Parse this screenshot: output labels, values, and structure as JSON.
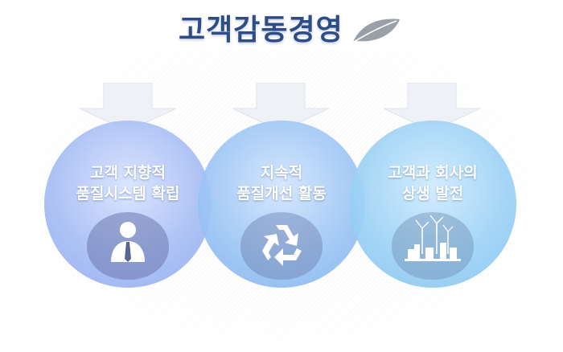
{
  "header": {
    "title": "고객감동경영",
    "leaf_icon": "leaf-icon",
    "title_color": "#2e4d86"
  },
  "pillars": [
    {
      "line1": "고객 지향적",
      "line2": "품질시스템 확립",
      "icon": "person-icon",
      "color": "#a9bff5"
    },
    {
      "line1": "지속적",
      "line2": "품질개선 활동",
      "icon": "recycle-icon",
      "color": "#9fc7f5"
    },
    {
      "line1": "고객과 회사의",
      "line2": "상생 발전",
      "icon": "wind-turbine-city-icon",
      "color": "#9fd3f6"
    }
  ]
}
